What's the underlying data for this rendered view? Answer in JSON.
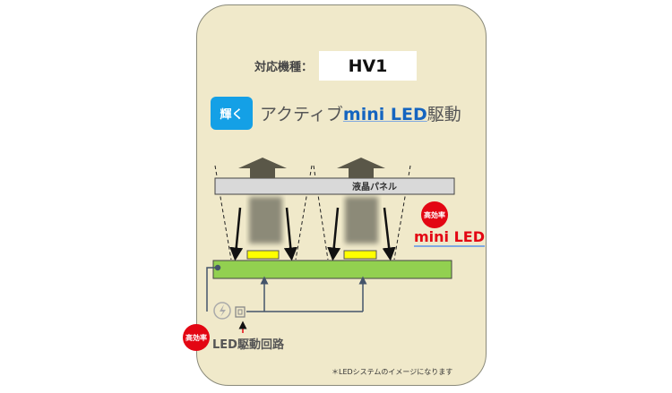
{
  "model": {
    "label": "対応機種：",
    "value": "HV1"
  },
  "headline": {
    "badge": "輝く",
    "prefix": "アクティブ",
    "highlight": "mini LED",
    "suffix": "駆動"
  },
  "diagram": {
    "panel_label": "液晶パネル",
    "efficiency_badge": "高効率",
    "mini_led_label": "mini LED",
    "driver_badge": "高効率",
    "driver_label": "LED駆動回路",
    "colors": {
      "led_board": "#92d050",
      "led": "#ffff00",
      "panel": "#d9d9d9",
      "badge_red": "#e30613",
      "accent_blue": "#1565c0"
    }
  },
  "footnote": "＊LEDシステムのイメージになります"
}
